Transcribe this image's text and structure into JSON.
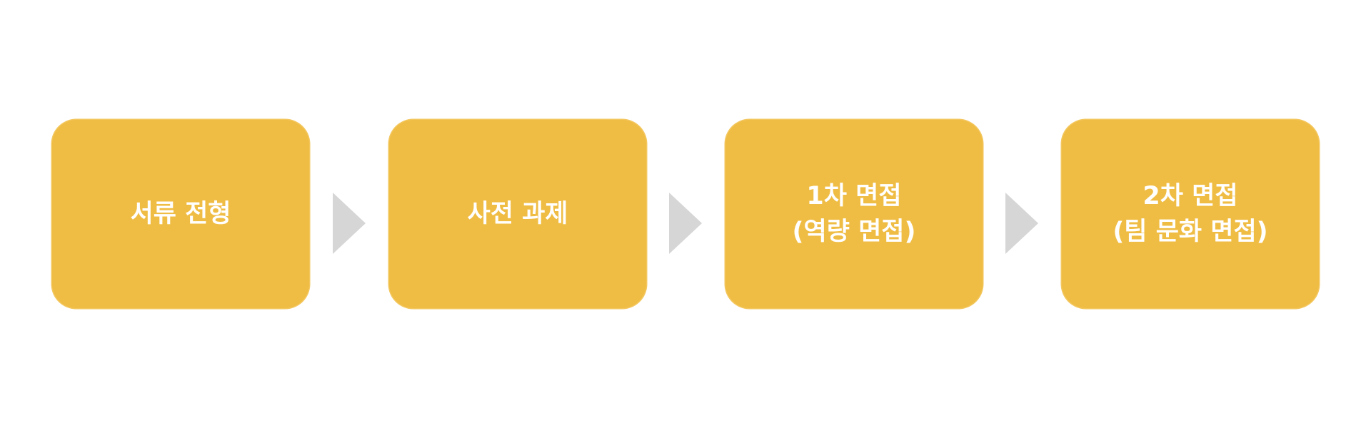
{
  "steps": [
    {
      "label": "서류 전형"
    },
    {
      "label": "사전 과제"
    },
    {
      "label": "1차 면접\n(역량 면접)"
    },
    {
      "label": "2차 면접\n(팀 문화 면접)"
    }
  ],
  "colors": {
    "box": "#F0BD44",
    "arrow": "#D6D6D6",
    "text": "#FFFFFF"
  },
  "icons": {
    "connector": "arrow-right-icon"
  }
}
